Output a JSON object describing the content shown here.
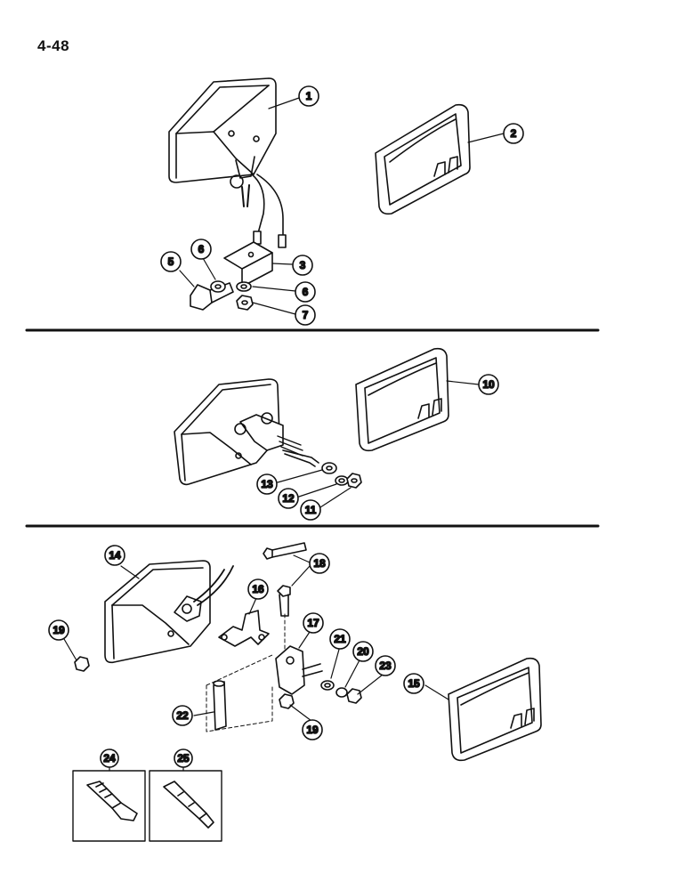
{
  "page": {
    "number": "4-48"
  },
  "colors": {
    "ink": "#111111",
    "paper": "#ffffff"
  },
  "callouts": {
    "c1": "1",
    "c2": "2",
    "c3": "3",
    "c5": "5",
    "c6a": "6",
    "c6b": "6",
    "c7": "7",
    "c10": "10",
    "c11": "11",
    "c12": "12",
    "c13": "13",
    "c14": "14",
    "c15": "15",
    "c16": "16",
    "c17": "17",
    "c18": "18",
    "c19a": "19",
    "c19b": "19",
    "c20": "20",
    "c21": "21",
    "c22": "22",
    "c23": "23",
    "c24": "24",
    "c25": "25"
  }
}
